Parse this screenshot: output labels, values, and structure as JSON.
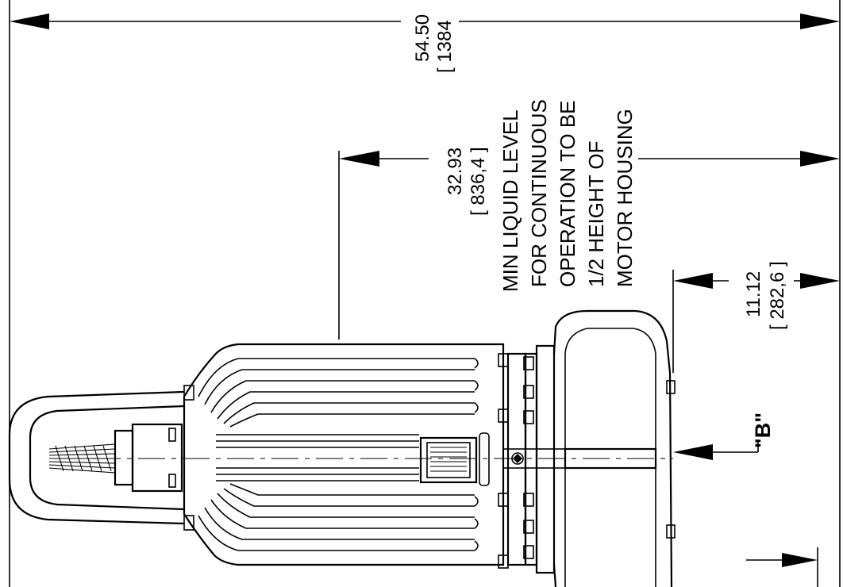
{
  "dimensions": {
    "overall": {
      "value": "54.50",
      "metric": "[ 1384"
    },
    "liquid_level": {
      "value": "32.93",
      "metric": "[ 836,4 ]"
    },
    "discharge": {
      "value": "11.12",
      "metric": "[ 282,6 ]"
    }
  },
  "note": {
    "lines": [
      "MIN LIQUID LEVEL",
      "FOR CONTINUOUS",
      "OPERATION TO BE",
      "1/2 HEIGHT OF",
      "MOTOR HOUSING"
    ]
  },
  "view_label": "\"B\""
}
